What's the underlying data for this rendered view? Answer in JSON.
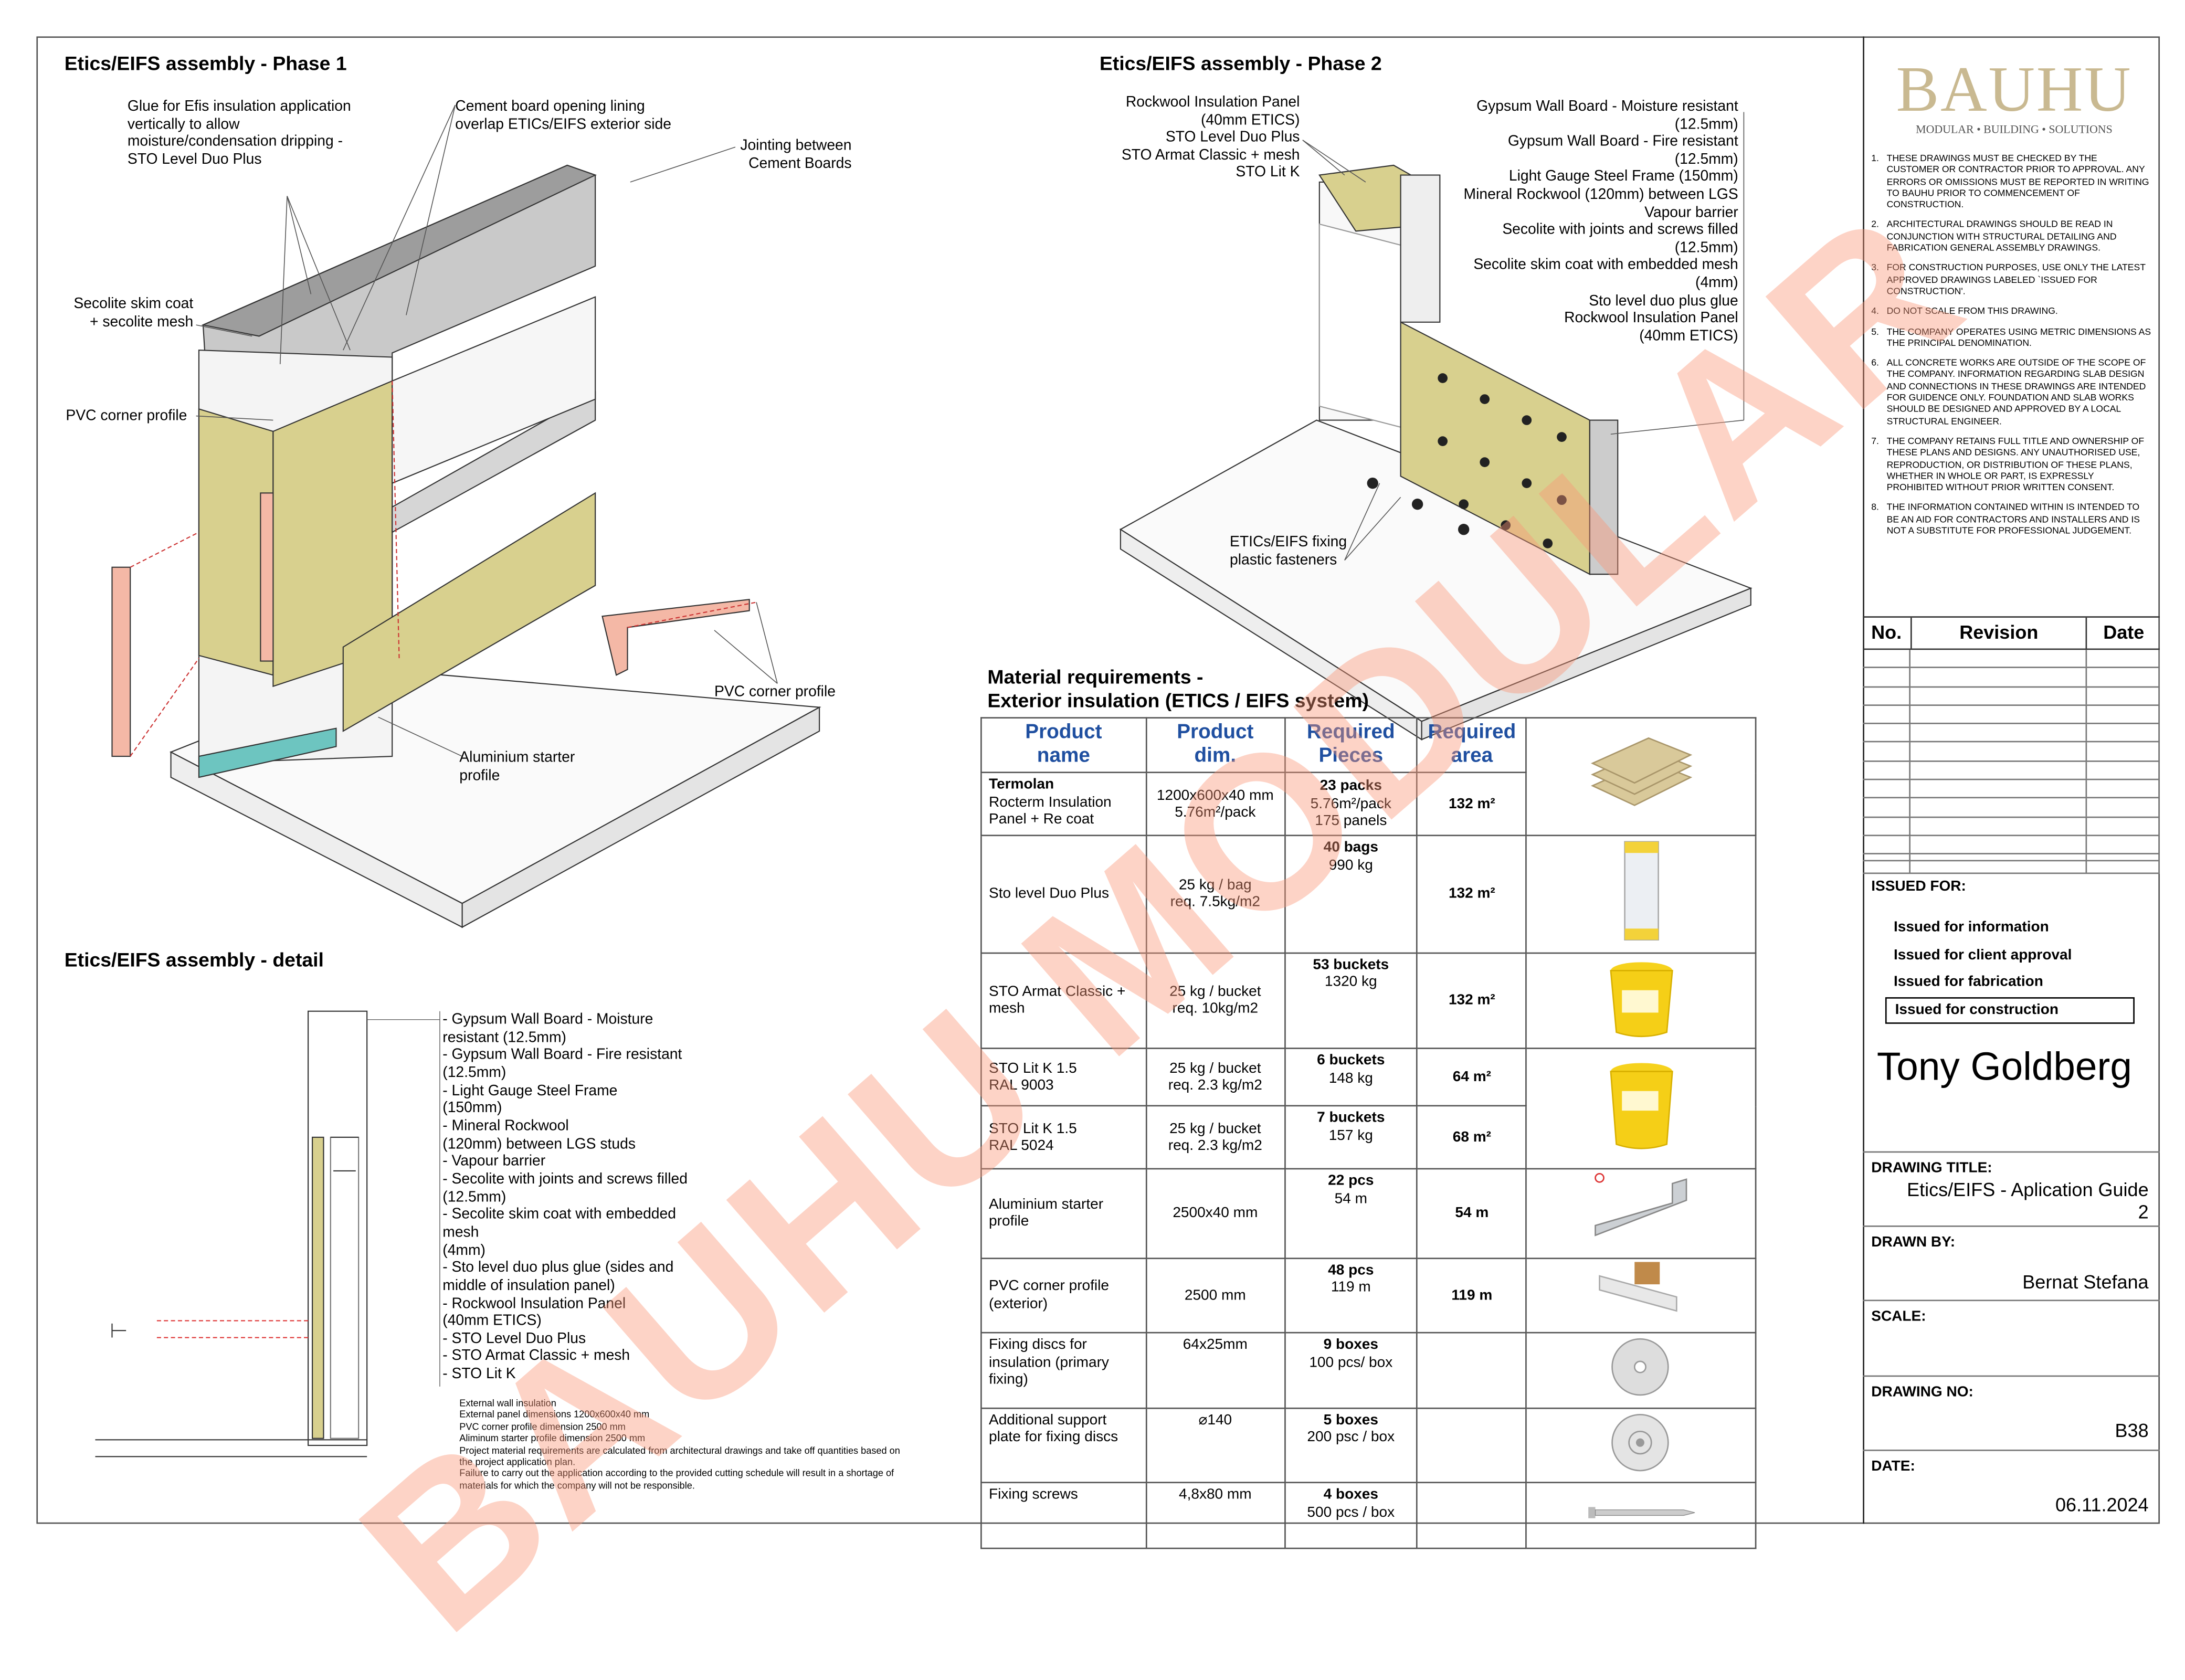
{
  "phase1": {
    "title": "Etics/EIFS assembly - Phase 1",
    "labels": {
      "glue": "Glue for Efis insulation application\nvertically to allow\nmoisture/condensation dripping -\nSTO Level Duo Plus",
      "cement_lining": "Cement board opening lining\noverlap ETICs/EIFS exterior side",
      "jointing": "Jointing between\nCement Boards",
      "secolite": "Secolite skim coat\n+ secolite mesh",
      "pvc_left": "PVC corner profile",
      "pvc_right": "PVC corner profile",
      "starter": "Aluminium starter\nprofile"
    }
  },
  "phase2": {
    "title": "Etics/EIFS assembly - Phase 2",
    "left_labels": "Rockwool Insulation Panel\n(40mm ETICS)\nSTO Level Duo Plus\nSTO Armat Classic + mesh\nSTO Lit K",
    "right_labels": "Gypsum Wall Board - Moisture resistant\n(12.5mm)\nGypsum Wall Board - Fire resistant\n(12.5mm)\nLight Gauge Steel Frame (150mm)\nMineral Rockwool (120mm) between LGS\nVapour barrier\nSecolite with joints and screws filled\n(12.5mm)\nSecolite skim coat with embedded mesh\n(4mm)\nSto level duo plus glue\nRockwool Insulation Panel\n(40mm ETICS)",
    "fasteners": "ETICs/EIFS fixing\nplastic fasteners"
  },
  "detail": {
    "title": "Etics/EIFS assembly - detail",
    "layers": "- Gypsum Wall Board - Moisture\nresistant (12.5mm)\n- Gypsum Wall Board - Fire resistant\n(12.5mm)\n- Light Gauge Steel Frame\n(150mm)\n- Mineral Rockwool\n(120mm) between LGS studs\n- Vapour barrier\n- Secolite with joints and screws filled\n(12.5mm)\n- Secolite skim coat with embedded\nmesh\n(4mm)\n- Sto level duo plus glue (sides and\nmiddle of insulation panel)\n- Rockwool Insulation Panel\n(40mm ETICS)\n- STO Level Duo Plus\n- STO Armat Classic + mesh\n- STO Lit K",
    "notes": "External wall insulation\nExternal panel dimensions 1200x600x40 mm\nPVC corner profile dimension 2500 mm\nAliminum starter profile dimension 2500 mm\nProject material requirements are calculated from architectural drawings and take off quantities based on\nthe project application plan.\nFailure to carry out the application according to the provided cutting schedule will result in a shortage of\nmaterials for which the company will not be responsible."
  },
  "materials": {
    "title": "Material requirements -\nExterior insulation (ETICS / EIFS system)",
    "headers": [
      "Product\nname",
      "Product\ndim.",
      "Required\nPieces",
      "Required\narea"
    ],
    "rows": [
      {
        "name_bold": "Termolan",
        "name": "Rocterm Insulation\nPanel + Re coat",
        "dim": "1200x600x40 mm\n5.76m²/pack",
        "pieces_bold": "23 packs",
        "pieces": "5.76m²/pack\n175 panels",
        "area": "132 m²",
        "image": "insulation-boards"
      },
      {
        "name_bold": "",
        "name": "Sto level Duo Plus",
        "dim": "25 kg / bag\nreq. 7.5kg/m2",
        "pieces_bold": "40 bags",
        "pieces": "990 kg",
        "area": "132 m²",
        "image": "glue-bag"
      },
      {
        "name_bold": "",
        "name": "STO Armat Classic +\nmesh",
        "dim": "25 kg / bucket\nreq. 10kg/m2",
        "pieces_bold": "53 buckets",
        "pieces": "1320 kg",
        "area": "132 m²",
        "image": "armat-bucket"
      },
      {
        "name_bold": "",
        "name": "STO Lit K 1.5\nRAL 9003",
        "dim": "25 kg / bucket\nreq. 2.3 kg/m2",
        "pieces_bold": "6 buckets",
        "pieces": "148 kg",
        "area": "64 m²",
        "image": "stolit-bucket"
      },
      {
        "name_bold": "",
        "name": "STO Lit K 1.5\nRAL 5024",
        "dim": "25 kg / bucket\nreq. 2.3 kg/m2",
        "pieces_bold": "7 buckets",
        "pieces": "157 kg",
        "area": "68 m²",
        "image": ""
      },
      {
        "name_bold": "",
        "name": "Aluminium starter\nprofile",
        "dim": "2500x40 mm",
        "pieces_bold": "22 pcs",
        "pieces": "54 m",
        "area": "54 m",
        "image": "starter-profile"
      },
      {
        "name_bold": "",
        "name": "PVC corner profile\n(exterior)",
        "dim": "2500 mm",
        "pieces_bold": "48 pcs",
        "pieces": "119 m",
        "area": "119 m",
        "image": "corner-profile"
      },
      {
        "name_bold": "",
        "name": "Fixing discs for\ninsulation (primary\nfixing)",
        "dim": "64x25mm",
        "pieces_bold": "9 boxes",
        "pieces": "100 pcs/ box",
        "area": "",
        "image": "fixing-disc"
      },
      {
        "name_bold": "",
        "name": "Additional support\nplate for fixing discs",
        "dim": "⌀140",
        "pieces_bold": "5 boxes",
        "pieces": "200 psc / box",
        "area": "",
        "image": "support-plate"
      },
      {
        "name_bold": "",
        "name": "Fixing screws",
        "dim": "4,8x80 mm",
        "pieces_bold": "4 boxes",
        "pieces": "500 pcs / box",
        "area": "",
        "image": "screw"
      }
    ]
  },
  "title_block": {
    "logo": "BAUHU",
    "logo_sub": "MODULAR • BUILDING • SOLUTIONS",
    "notes": [
      "These drawings must be checked by the customer or contractor prior to approval. Any errors or omissions must be reported in writing to BAUHU prior to commencement of construction.",
      "Architectural drawings should be read in conjunction with structural detailing and fabrication general assembly drawings.",
      "For construction purposes, use only the latest approved drawings labeled `issued for construction'.",
      "Do not scale from this drawing.",
      "The company operates using metric dimensions as the principal denomination.",
      "All concrete works are outside of the scope of the company. Information regarding slab design and connections in these drawings are intended for guidence only. Foundation and slab works should be designed and approved by a local structural engineer.",
      "The company retains full title and ownership of these plans and designs. Any unauthorised use, reproduction, or distribution of these plans, whether in whole or part, is expressly prohibited without prior written consent.",
      "The information contained within is intended to be an aid for contractors and installers and is not a substitute for professional judgement."
    ],
    "revision_headers": {
      "no": "No.",
      "revision": "Revision",
      "date": "Date"
    },
    "issued_for_label": "ISSUED FOR:",
    "issued_options": [
      "Issued for information",
      "Issued for client approval",
      "Issued for fabrication",
      "Issued for construction"
    ],
    "issued_selected": "Issued for construction",
    "client": "Tony Goldberg",
    "drawing_title_label": "DRAWING TITLE:",
    "drawing_title": "Etics/EIFS - Aplication Guide\n2",
    "drawn_by_label": "DRAWN BY:",
    "drawn_by": "Bernat Stefana",
    "scale_label": "SCALE:",
    "drawing_no_label": "DRAWING NO:",
    "drawing_no": "B38",
    "date_label": "DATE:",
    "date": "06.11.2024"
  },
  "watermark": "BAUHU MODULAR",
  "colors": {
    "insulation": "#d8d08e",
    "profile": "#f4b8a6",
    "header_blue": "#1f4fa0",
    "logo_gold": "#c9b991",
    "watermark": "#f89a7a"
  }
}
